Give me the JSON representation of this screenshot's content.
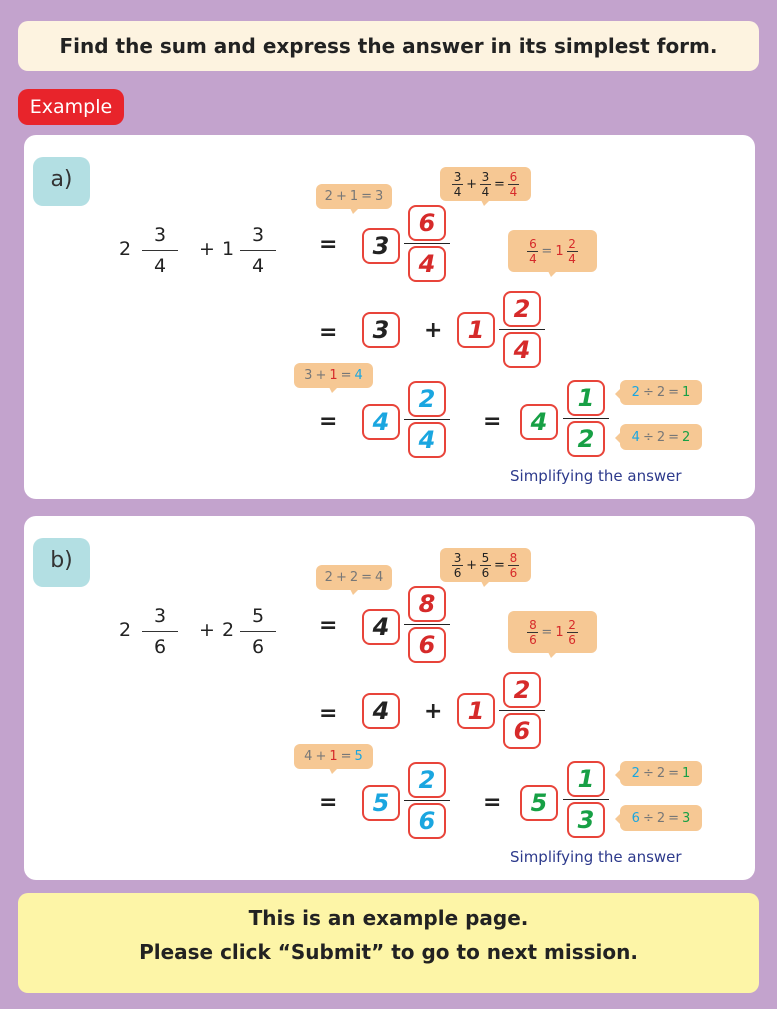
{
  "header": {
    "instruction": "Find the sum and express the answer in its simplest form."
  },
  "example_label": "Example",
  "sections": [
    {
      "label": "a)",
      "q": {
        "w1": "2",
        "n1": "3",
        "d1": "4",
        "op": "+",
        "w2": "1",
        "n2": "3",
        "d2": "4"
      },
      "eq": "=",
      "plus": "+",
      "step1": {
        "whole": "3",
        "num": "6",
        "den": "4"
      },
      "b_whole": {
        "a": "2",
        "op": "+",
        "b": "1",
        "eq": "=",
        "r": "3"
      },
      "b_frac": {
        "n1": "3",
        "d1": "4",
        "op": "+",
        "n2": "3",
        "d2": "4",
        "eq": "=",
        "rn": "6",
        "rd": "4"
      },
      "b_imp": {
        "n": "6",
        "d": "4",
        "eq": "=",
        "w": "1",
        "rn": "2",
        "rd": "4"
      },
      "step2": {
        "whole": "3",
        "extra": "1",
        "num": "2",
        "den": "4"
      },
      "b_sum": {
        "a": "3",
        "op": "+",
        "b": "1",
        "eq": "=",
        "r": "4"
      },
      "step3": {
        "whole": "4",
        "num": "2",
        "den": "4"
      },
      "step4": {
        "whole": "4",
        "num": "1",
        "den": "2"
      },
      "b_div1": {
        "a": "2",
        "op": "÷",
        "b": "2",
        "eq": "=",
        "r": "1"
      },
      "b_div2": {
        "a": "4",
        "op": "÷",
        "b": "2",
        "eq": "=",
        "r": "2"
      },
      "note": "Simplifying the answer"
    },
    {
      "label": "b)",
      "q": {
        "w1": "2",
        "n1": "3",
        "d1": "6",
        "op": "+",
        "w2": "2",
        "n2": "5",
        "d2": "6"
      },
      "eq": "=",
      "plus": "+",
      "step1": {
        "whole": "4",
        "num": "8",
        "den": "6"
      },
      "b_whole": {
        "a": "2",
        "op": "+",
        "b": "2",
        "eq": "=",
        "r": "4"
      },
      "b_frac": {
        "n1": "3",
        "d1": "6",
        "op": "+",
        "n2": "5",
        "d2": "6",
        "eq": "=",
        "rn": "8",
        "rd": "6"
      },
      "b_imp": {
        "n": "8",
        "d": "6",
        "eq": "=",
        "w": "1",
        "rn": "2",
        "rd": "6"
      },
      "step2": {
        "whole": "4",
        "extra": "1",
        "num": "2",
        "den": "6"
      },
      "b_sum": {
        "a": "4",
        "op": "+",
        "b": "1",
        "eq": "=",
        "r": "5"
      },
      "step3": {
        "whole": "5",
        "num": "2",
        "den": "6"
      },
      "step4": {
        "whole": "5",
        "num": "1",
        "den": "3"
      },
      "b_div1": {
        "a": "2",
        "op": "÷",
        "b": "2",
        "eq": "=",
        "r": "1"
      },
      "b_div2": {
        "a": "6",
        "op": "÷",
        "b": "2",
        "eq": "=",
        "r": "3"
      },
      "note": "Simplifying the answer"
    }
  ],
  "footer": {
    "line1": "This is an example page.",
    "line2": "Please click “Submit” to go to next mission."
  },
  "colors": {
    "background": "#c3a3cd",
    "box_border": "#e8443a",
    "red": "#d62a2a",
    "blue": "#1aa6e0",
    "green": "#17a045",
    "bubble": "#f6c894"
  }
}
